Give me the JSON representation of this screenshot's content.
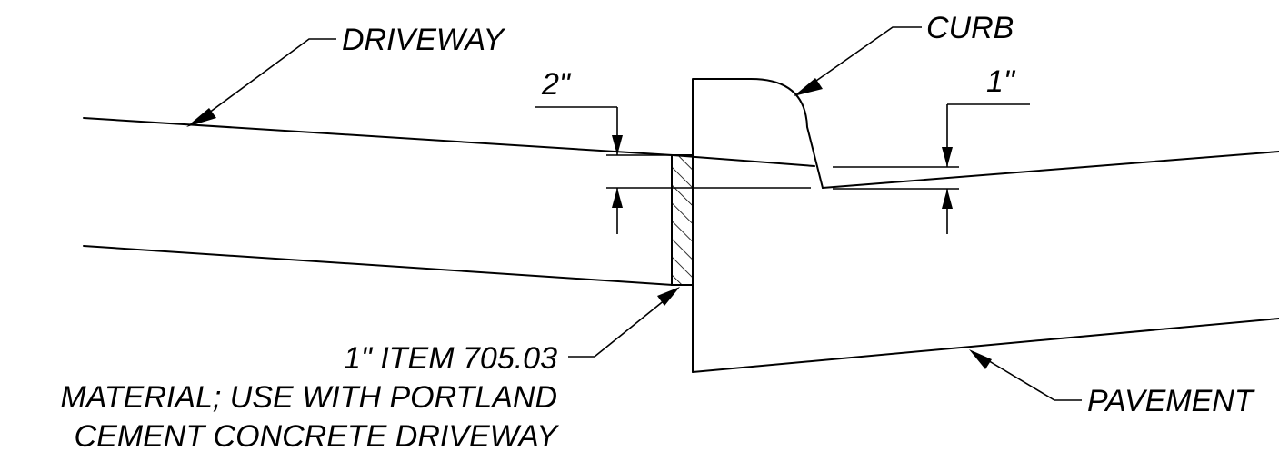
{
  "labels": {
    "driveway": "DRIVEWAY",
    "curb": "CURB",
    "dim_two_inch": "2\"",
    "dim_one_inch": "1\"",
    "item_line1": "1\" ITEM 705.03",
    "item_line2": "MATERIAL; USE WITH PORTLAND",
    "item_line3": "CEMENT CONCRETE DRIVEWAY",
    "pavement": "PAVEMENT"
  },
  "colors": {
    "line": "#000000",
    "background": "#ffffff"
  }
}
